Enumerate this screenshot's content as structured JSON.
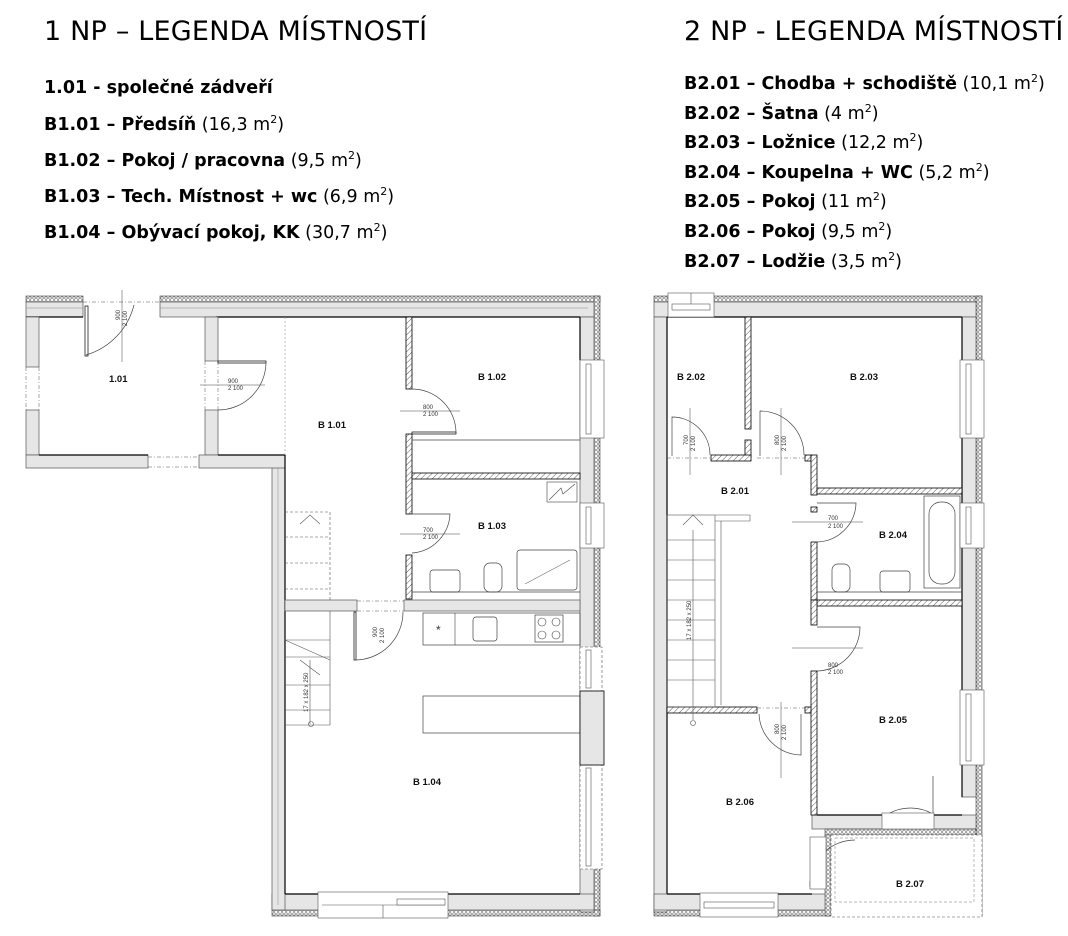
{
  "floor1": {
    "title": "1 NP – LEGENDA MÍSTNOSTÍ",
    "common": {
      "code": "1.01",
      "name": "společné zádveří"
    },
    "rooms": [
      {
        "code": "B1.01",
        "name": "Předsíň",
        "area": "16,3"
      },
      {
        "code": "B1.02",
        "name": "Pokoj / pracovna",
        "area": "9,5"
      },
      {
        "code": "B1.03",
        "name": "Tech. Místnost + wc",
        "area": "6,9"
      },
      {
        "code": "B1.04",
        "name": "Obývací pokoj, KK",
        "area": "30,7"
      }
    ],
    "plan_labels": {
      "r101": "1.01",
      "rb101": "B 1.01",
      "rb102": "B 1.02",
      "rb103": "B 1.03",
      "rb104": "B 1.04"
    },
    "doors": [
      {
        "id": "d1",
        "width": "900",
        "height": "2 100"
      },
      {
        "id": "d2",
        "width": "900",
        "height": "2 100"
      },
      {
        "id": "d3",
        "width": "800",
        "height": "2 100"
      },
      {
        "id": "d4",
        "width": "700",
        "height": "2 100"
      },
      {
        "id": "d5",
        "width": "900",
        "height": "2 100"
      }
    ],
    "stair": "17 x 182 x 250"
  },
  "floor2": {
    "title": "2 NP - LEGENDA MÍSTNOSTÍ",
    "rooms": [
      {
        "code": "B2.01",
        "name": "Chodba + schodiště",
        "area": "10,1"
      },
      {
        "code": "B2.02",
        "name": "Šatna",
        "area": "4"
      },
      {
        "code": "B2.03",
        "name": "Ložnice",
        "area": "12,2"
      },
      {
        "code": "B2.04",
        "name": "Koupelna + WC",
        "area": "5,2"
      },
      {
        "code": "B2.05",
        "name": "Pokoj",
        "area": "11"
      },
      {
        "code": "B2.06",
        "name": "Pokoj",
        "area": "9,5"
      },
      {
        "code": "B2.07",
        "name": "Lodžie",
        "area": "3,5"
      }
    ],
    "plan_labels": {
      "rb201": "B 2.01",
      "rb202": "B 2.02",
      "rb203": "B 2.03",
      "rb204": "B 2.04",
      "rb205": "B 2.05",
      "rb206": "B 2.06",
      "rb207": "B 2.07"
    },
    "doors": [
      {
        "id": "d1",
        "width": "700",
        "height": "2 100"
      },
      {
        "id": "d2",
        "width": "800",
        "height": "2 100"
      },
      {
        "id": "d3",
        "width": "700",
        "height": "2 100"
      },
      {
        "id": "d4",
        "width": "800",
        "height": "2 100"
      },
      {
        "id": "d5",
        "width": "800",
        "height": "2 100"
      }
    ],
    "stair": "17 x 182 x 250"
  },
  "units": {
    "dash": "–",
    "open": "(",
    "unit": " m",
    "sup": "2",
    "close": ")"
  }
}
